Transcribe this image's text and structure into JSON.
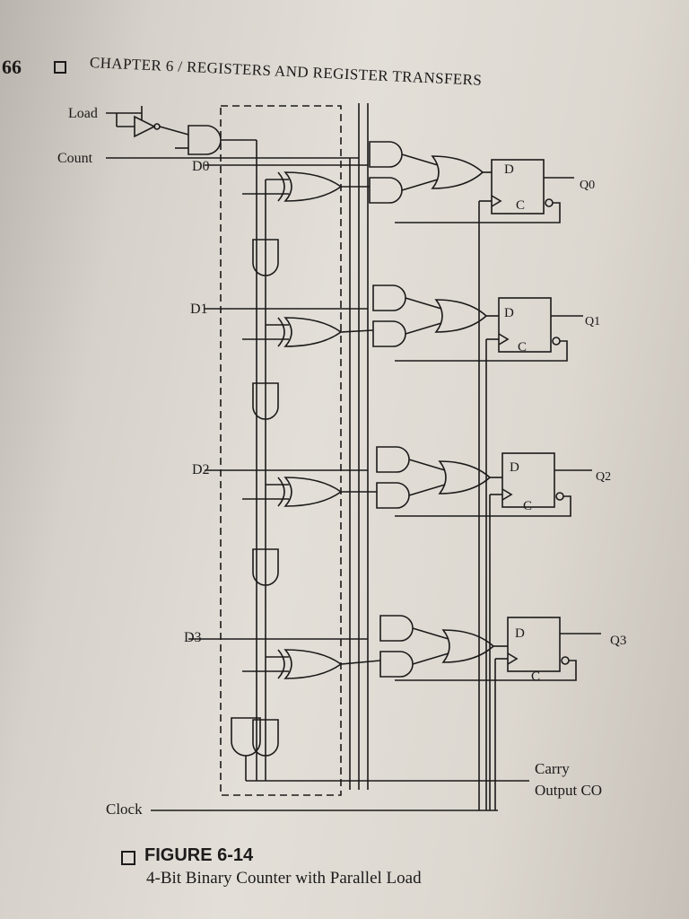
{
  "header": {
    "page_number": "66",
    "chapter_title": "CHAPTER 6 / REGISTERS AND REGISTER TRANSFERS"
  },
  "diagram": {
    "inputs": {
      "load": "Load",
      "count": "Count",
      "clock": "Clock"
    },
    "data_inputs": [
      "D0",
      "D1",
      "D2",
      "D3"
    ],
    "flip_flop_d": "D",
    "flip_flop_c": "C",
    "outputs": [
      "Q0",
      "Q1",
      "Q2",
      "Q3"
    ],
    "carry_output": [
      "Carry",
      "Output CO"
    ]
  },
  "figure": {
    "title": "FIGURE 6-14",
    "caption": "4-Bit Binary Counter with Parallel Load"
  }
}
